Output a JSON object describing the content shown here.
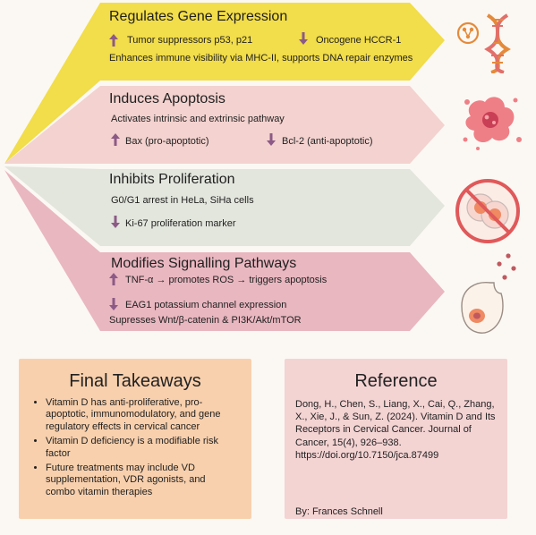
{
  "sections": [
    {
      "title": "Regulates Gene Expression",
      "up": "Tumor suppressors p53, p21",
      "down": "Oncogene HCCR-1",
      "note": "Enhances immune visibility via MHC-II, supports DNA repair enzymes",
      "color": "#f2dd4a",
      "icon": "dna-icon"
    },
    {
      "title": "Induces Apoptosis",
      "note": "Activates intrinsic and extrinsic pathway",
      "up": "Bax (pro-apoptotic)",
      "down": "Bcl-2 (anti-apoptotic)",
      "color": "#f3d2cf",
      "icon": "apoptotic-cell-icon"
    },
    {
      "title": "Inhibits Proliferation",
      "note": "G0/G1 arrest in HeLa, SiHa cells",
      "down": "Ki-67 proliferation marker",
      "color": "#e3e6dd",
      "icon": "no-cell-division-icon"
    },
    {
      "title": "Modifies Signalling Pathways",
      "up": "TNF-α → promotes ROS → triggers apoptosis",
      "down": "EAG1 potassium channel expression",
      "note": "Supresses Wnt/β-catenin & PI3K/Akt/mTOR",
      "color": "#e9b7c0",
      "icon": "cell-signal-icon"
    }
  ],
  "takeaways": {
    "title": "Final Takeaways",
    "items": [
      "Vitamin D has anti-proliferative, pro-apoptotic, immunomodulatory, and gene regulatory effects in cervical cancer",
      "Vitamin D deficiency is a modifiable risk factor",
      "Future treatments may include VD supplementation, VDR agonists, and combo vitamin therapies"
    ],
    "color": "#f8d0ad"
  },
  "reference": {
    "title": "Reference",
    "citation": "Dong, H., Chen, S., Liang, X., Cai, Q., Zhang, X., Xie, J., & Sun, Z. (2024). Vitamin D and Its Receptors in Cervical Cancer. Journal of Cancer, 15(4), 926–938. https://doi.org/10.7150/jca.87499",
    "author": "By: Frances Schnell",
    "color": "#f4d3d3"
  },
  "colors": {
    "arrow": "#8c5a86",
    "dna_orange": "#e58a3a"
  }
}
